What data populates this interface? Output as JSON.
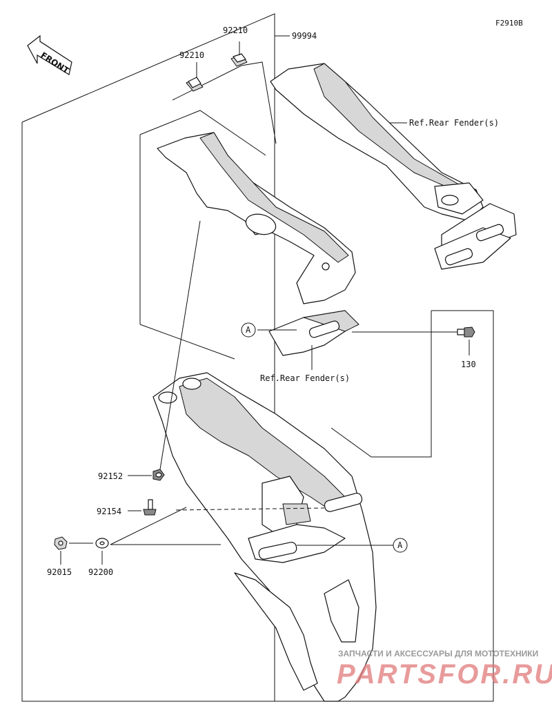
{
  "figure_id": "F2910B",
  "front_label": "FRONT",
  "callouts": [
    {
      "part": "99994"
    },
    {
      "part": "92210"
    },
    {
      "part": "92210"
    },
    {
      "part": "130"
    },
    {
      "part": "92152"
    },
    {
      "part": "92154"
    },
    {
      "part": "92015"
    },
    {
      "part": "92200"
    }
  ],
  "references": [
    {
      "text": "Ref.Rear Fender(s)"
    },
    {
      "text": "Ref.Rear Fender(s)"
    }
  ],
  "markers": [
    "A",
    "A"
  ],
  "watermark": {
    "tagline": "ЗАПЧАСТИ И АКСЕССУАРЫ ДЛЯ МОТОТЕХНИКИ",
    "brand": "PARTSFOR.RU"
  },
  "colors": {
    "line": "#111111",
    "part_fill": "#ffffff",
    "shade_fill": "#d7d7d7",
    "watermark_brand": "#e07a7a",
    "watermark_tagline": "#9a9a9a"
  }
}
